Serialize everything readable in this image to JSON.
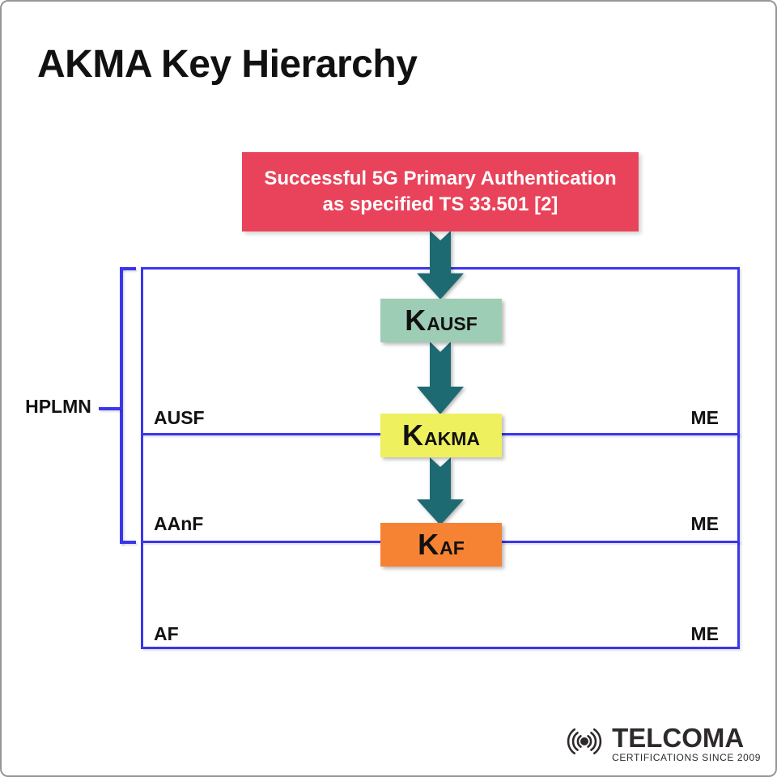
{
  "title": "AKMA Key Hierarchy",
  "auth_box": {
    "line1": "Successful 5G Primary Authentication",
    "line2": "as specified TS 33.501 [2]"
  },
  "bracket": {
    "label": "HPLMN"
  },
  "keys": [
    {
      "id": "K_AUSF",
      "base": "K",
      "sub": "AUSF",
      "color": "#9ecdb5"
    },
    {
      "id": "K_AKMA",
      "base": "K",
      "sub": "AKMA",
      "color": "#eef05e"
    },
    {
      "id": "K_AF",
      "base": "K",
      "sub": "AF",
      "color": "#f68233"
    }
  ],
  "rows": [
    {
      "left_label": "AUSF",
      "right_label": "ME"
    },
    {
      "left_label": "AAnF",
      "right_label": "ME"
    },
    {
      "left_label": "AF",
      "right_label": "ME"
    }
  ],
  "logo": {
    "brand": "TELCOMA",
    "tagline": "CERTIFICATIONS SINCE 2009"
  },
  "colors": {
    "auth_box_bg": "#e8435a",
    "arrow_teal": "#1e6a72",
    "frame_blue": "#3a36ee",
    "text_dark": "#111111",
    "logo_dark": "#2e2a2b"
  }
}
